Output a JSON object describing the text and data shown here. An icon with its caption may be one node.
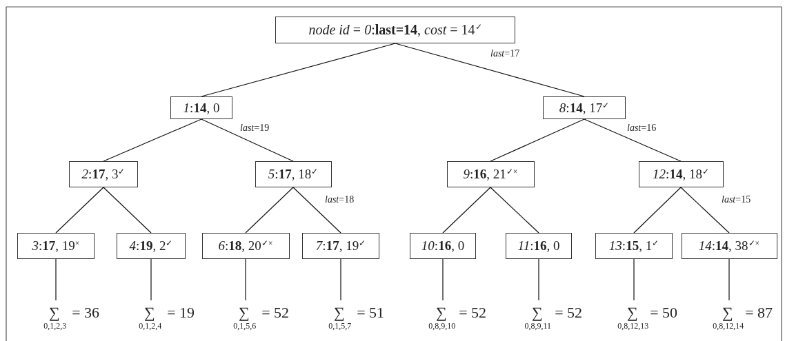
{
  "diagram": {
    "nodes": [
      {
        "text": [
          "*node id* = *0*:**last=14**, *cost* = 14$^{✓}$"
        ]
      },
      {
        "text": [
          "*1*:**14**, 0"
        ]
      },
      {
        "text": [
          "*8*:**14**, 17$^{✓}$"
        ]
      },
      {
        "text": [
          "*2*:**17**, 3$^{✓}$"
        ]
      },
      {
        "text": [
          "*5*:**17**, 18$^{✓}$"
        ]
      },
      {
        "text": [
          "*9*:**16**, 21$^{✓×}$"
        ]
      },
      {
        "text": [
          "*12*:**14**, 18$^{✓}$"
        ]
      },
      {
        "text": [
          "*3*:**17**, 19$^{×}$"
        ]
      },
      {
        "text": [
          "*4*:**19**, 2$^{✓}$"
        ]
      },
      {
        "text": [
          "*6*:**18**, 20$^{✓×}$"
        ]
      },
      {
        "text": [
          "*7*:**17**, 19$^{✓}$"
        ]
      },
      {
        "text": [
          "*10*:**16**, 0"
        ]
      },
      {
        "text": [
          "*11*:**16**, 0"
        ]
      },
      {
        "text": [
          "*13*:**15**, 1$^{✓}$"
        ]
      },
      {
        "text": [
          "*14*:**14**, 38$^{✓×}$"
        ]
      },
      {
        "text": [
          "∑$_{0,1,2,3}$ = 36"
        ]
      },
      {
        "text": [
          "∑$_{0,1,2,4}$ = 19"
        ]
      },
      {
        "text": [
          "∑$_{0,1,5,6}$ = 52"
        ]
      },
      {
        "text": [
          "∑$_{0,1,5,7}$ = 51"
        ]
      },
      {
        "text": [
          "∑$_{0,8,9,10}$ = 52"
        ]
      },
      {
        "text": [
          "∑$_{0,8,9,11}$ = 52"
        ]
      },
      {
        "text": [
          "∑$_{0,8,12,13}$ = 50"
        ]
      },
      {
        "text": [
          "∑$_{0,8,12,14}$ = 87"
        ]
      }
    ],
    "edges": [
      {
        "from": 0,
        "to": 1,
        "arrow": "none"
      },
      {
        "from": 0,
        "to": 2,
        "arrow": "none",
        "label": "*last*=17"
      },
      {
        "from": 1,
        "to": 3,
        "arrow": "none"
      },
      {
        "from": 1,
        "to": 4,
        "arrow": "none",
        "label": "*last*=19"
      },
      {
        "from": 2,
        "to": 5,
        "arrow": "none"
      },
      {
        "from": 2,
        "to": 6,
        "arrow": "none",
        "label": "*last*=16"
      },
      {
        "from": 3,
        "to": 7,
        "arrow": "none"
      },
      {
        "from": 3,
        "to": 8,
        "arrow": "none"
      },
      {
        "from": 4,
        "to": 9,
        "arrow": "none"
      },
      {
        "from": 4,
        "to": 10,
        "arrow": "none",
        "label": "*last*=18"
      },
      {
        "from": 5,
        "to": 11,
        "arrow": "none"
      },
      {
        "from": 5,
        "to": 12,
        "arrow": "none"
      },
      {
        "from": 6,
        "to": 13,
        "arrow": "none"
      },
      {
        "from": 6,
        "to": 14,
        "arrow": "none",
        "label": "*last*=15"
      },
      {
        "from": 7,
        "to": 15,
        "arrow": "none"
      },
      {
        "from": 8,
        "to": 16,
        "arrow": "none"
      },
      {
        "from": 9,
        "to": 17,
        "arrow": "none"
      },
      {
        "from": 10,
        "to": 18,
        "arrow": "none"
      },
      {
        "from": 11,
        "to": 19,
        "arrow": "none"
      },
      {
        "from": 12,
        "to": 20,
        "arrow": "none"
      },
      {
        "from": 13,
        "to": 21,
        "arrow": "none"
      },
      {
        "from": 14,
        "to": 22,
        "arrow": "none"
      }
    ]
  }
}
